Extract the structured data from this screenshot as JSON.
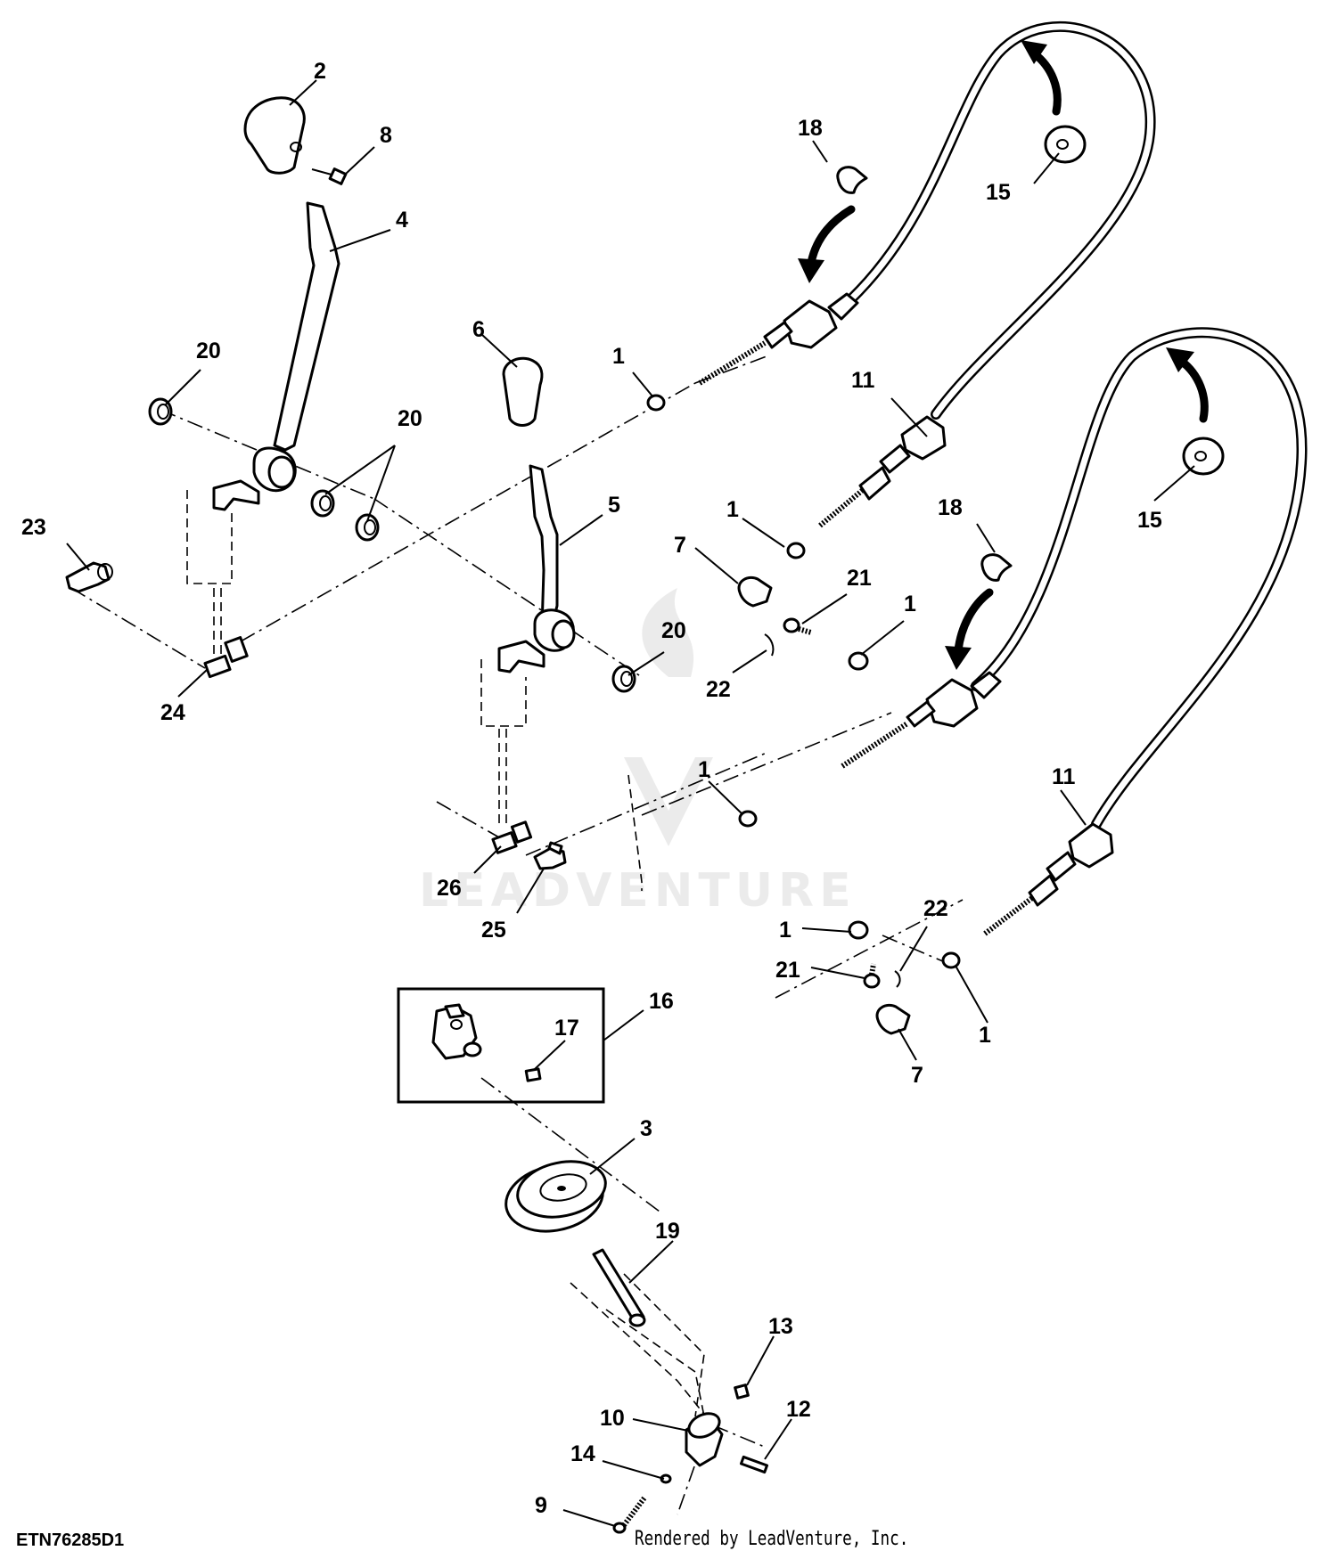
{
  "figure": {
    "id": "ETN76285D1",
    "credit": "Rendered by LeadVenture, Inc.",
    "watermark": "LEADVENTURE"
  },
  "callouts": [
    "1",
    "1",
    "1",
    "1",
    "1",
    "1",
    "2",
    "3",
    "4",
    "5",
    "6",
    "7",
    "7",
    "8",
    "9",
    "10",
    "11",
    "11",
    "12",
    "13",
    "14",
    "15",
    "15",
    "16",
    "17",
    "18",
    "18",
    "19",
    "20",
    "20",
    "20",
    "21",
    "21",
    "22",
    "22",
    "23",
    "24",
    "25",
    "26"
  ]
}
